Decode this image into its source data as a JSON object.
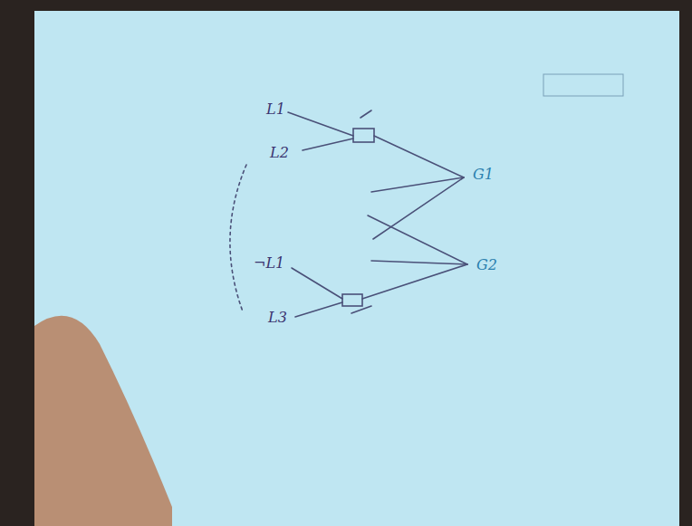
{
  "diagram": {
    "labels": [
      "L1",
      "L2",
      "¬L1",
      "L3",
      "G1",
      "G2"
    ]
  }
}
